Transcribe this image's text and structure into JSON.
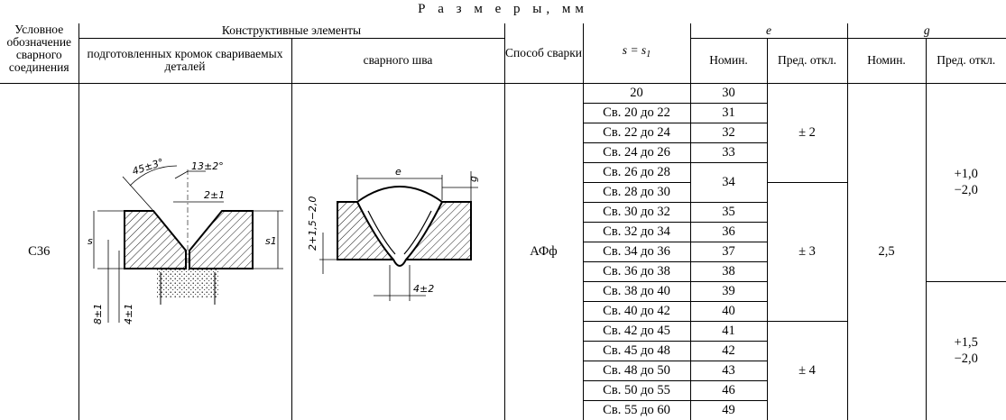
{
  "caption": "Р а з м е р ы, мм",
  "headers": {
    "designation": "Условное обозначение сварного соединения",
    "elements": "Конструктивные элементы",
    "edges": "подготовленных кромок свариваемых деталей",
    "weld": "сварного шва",
    "method": "Способ сварки",
    "s_symbol": "s",
    "s_eq": " = s",
    "s_sub": "1",
    "e": "e",
    "g": "g",
    "nominal": "Номин.",
    "tolerance": "Пред. откл."
  },
  "joint": {
    "designation": "С36",
    "method": "АФф",
    "g_nominal": "2,5"
  },
  "rows": [
    {
      "s": "20",
      "e": "30"
    },
    {
      "s": "Св. 20 до 22",
      "e": "31"
    },
    {
      "s": "Св. 22 до 24",
      "e": "32"
    },
    {
      "s": "Св. 24 до 26",
      "e": "33"
    },
    {
      "s": "Св. 26 до 28",
      "e": "34"
    },
    {
      "s": "Св. 28 до 30",
      "e": ""
    },
    {
      "s": "Св. 30 до 32",
      "e": "35"
    },
    {
      "s": "Св. 32 до 34",
      "e": "36"
    },
    {
      "s": "Св. 34 до 36",
      "e": "37"
    },
    {
      "s": "Св. 36 до 38",
      "e": "38"
    },
    {
      "s": "Св. 38 до 40",
      "e": "39"
    },
    {
      "s": "Св. 40 до 42",
      "e": "40"
    },
    {
      "s": "Св. 42 до 45",
      "e": "41"
    },
    {
      "s": "Св. 45 до 48",
      "e": "42"
    },
    {
      "s": "Св. 48 до 50",
      "e": "43"
    },
    {
      "s": "Св. 50 до 55",
      "e": "46"
    },
    {
      "s": "Св. 55 до 60",
      "e": "49"
    }
  ],
  "e_tolerances": [
    "± 2",
    "± 3",
    "± 4"
  ],
  "g_tolerances": [
    {
      "plus": "+1,0",
      "minus": "−2,0"
    },
    {
      "plus": "+1,5",
      "minus": "−2,0"
    }
  ],
  "drawing_edges": {
    "angle": "45±3°",
    "angle2": "13±2°",
    "gap": "2±1",
    "s": "s",
    "s1": "s1",
    "depth1": "8±1",
    "depth2": "4±1"
  },
  "drawing_weld": {
    "e": "e",
    "g": "g",
    "root": "2+1,5−2,0",
    "width": "4±2"
  }
}
